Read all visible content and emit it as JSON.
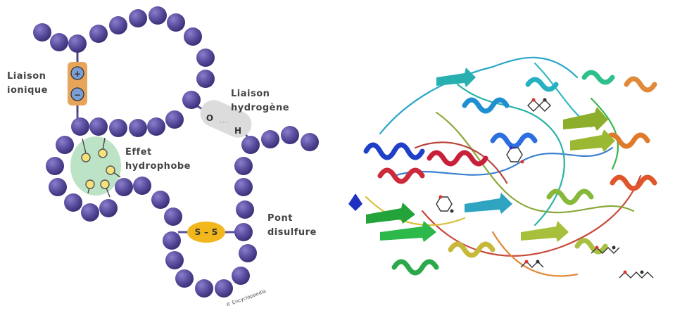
{
  "colors": {
    "bead": "#5b4fa0",
    "bead_highlight": "#8a7fcc",
    "ionic_bond": "#e6a55a",
    "hydrophobic_region": "#bde3c6",
    "hydrogen_bond": "#dcdcdc",
    "disulfide": "#f1b71c",
    "text": "#444444"
  },
  "labels": {
    "ionic": [
      "Liaison",
      "ionique"
    ],
    "hydrogen": [
      "Liaison",
      "hydrogène"
    ],
    "hydrophobic": [
      "Effet",
      "hydrophobe"
    ],
    "disulfide": [
      "Pont",
      "disulfure"
    ],
    "credit": "© Encyclopaedia"
  },
  "symbols": {
    "plus": "+",
    "minus": "−",
    "oxygen": "O",
    "hydrogen_atom": "H",
    "bond_dots": "- - -",
    "sulfur": "S",
    "sulfur_link": "–"
  }
}
